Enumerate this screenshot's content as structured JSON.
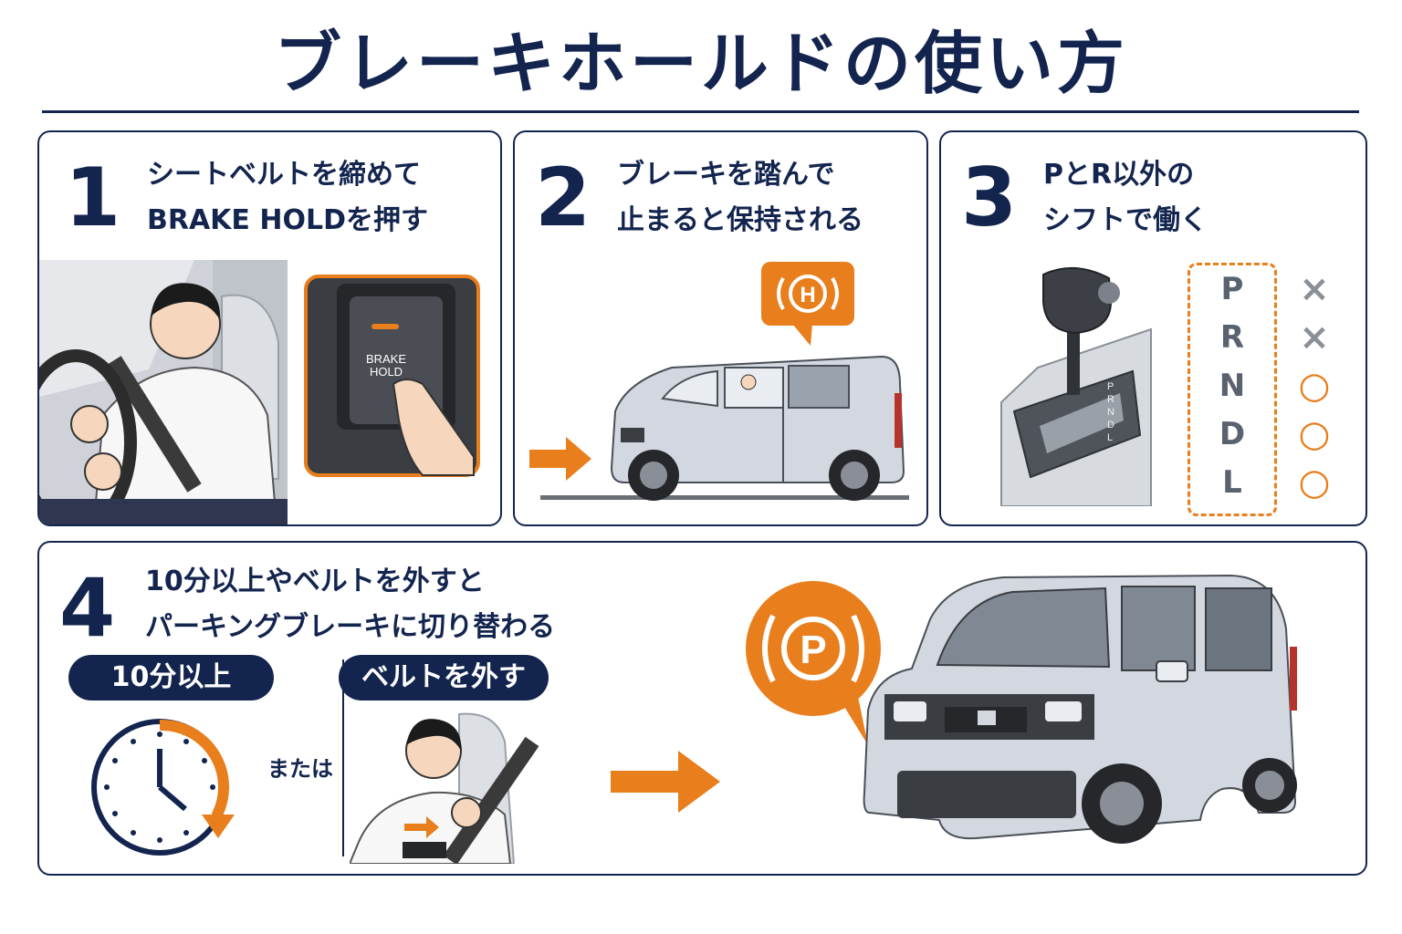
{
  "title": "ブレーキホールドの使い方",
  "steps": [
    {
      "number": "1",
      "lines": [
        "シートベルトを締めて",
        "BRAKE HOLDを押す"
      ],
      "button_label": [
        "BRAKE",
        "HOLD"
      ]
    },
    {
      "number": "2",
      "lines": [
        "ブレーキを踏んで",
        "止まると保持される"
      ],
      "badge": "H"
    },
    {
      "number": "3",
      "lines": [
        "PとR以外の",
        "シフトで働く"
      ],
      "gears": [
        "P",
        "R",
        "N",
        "D",
        "L"
      ],
      "marks": [
        "×",
        "×",
        "○",
        "○",
        "○"
      ],
      "gate_labels": [
        "P",
        "R",
        "N",
        "D",
        "L"
      ]
    },
    {
      "number": "4",
      "lines": [
        "10分以上やベルトを外すと",
        "パーキングブレーキに切り替わる"
      ],
      "condition_a": "10分以上",
      "or": "または",
      "condition_b": "ベルトを外す",
      "badge": "P"
    }
  ],
  "colors": {
    "navy": "#13254f",
    "orange": "#e87e1c",
    "car_body": "#d3d8e0",
    "gray": "#8b9098"
  }
}
